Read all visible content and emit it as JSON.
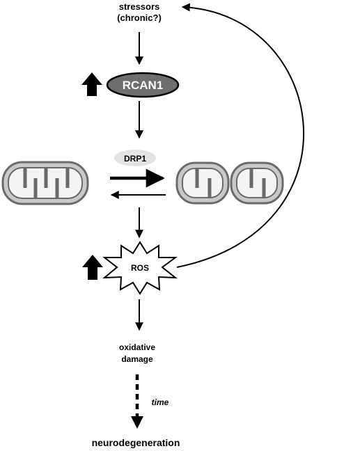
{
  "nodes": {
    "stressors_line1": "stressors",
    "stressors_line2": "(chronic?)",
    "rcan1": "RCAN1",
    "drp1": "DRP1",
    "ros": "ROS",
    "oxidative_line1": "oxidative",
    "oxidative_line2": "damage",
    "time": "time",
    "neurodegeneration": "neurodegeneration"
  },
  "colors": {
    "line": "#000000",
    "rcan1_fill": "#6e6e6e",
    "rcan1_text": "#ffffff",
    "drp1_fill": "#e3e3e3",
    "mito_fill": "#c9c9c9",
    "mito_stroke": "#6a6a6a",
    "mito_inner": "#f4f4f4",
    "ros_fill": "#ffffff"
  },
  "icons": {
    "rcan1_up": "up-arrow-icon",
    "ros_up": "up-arrow-icon"
  }
}
